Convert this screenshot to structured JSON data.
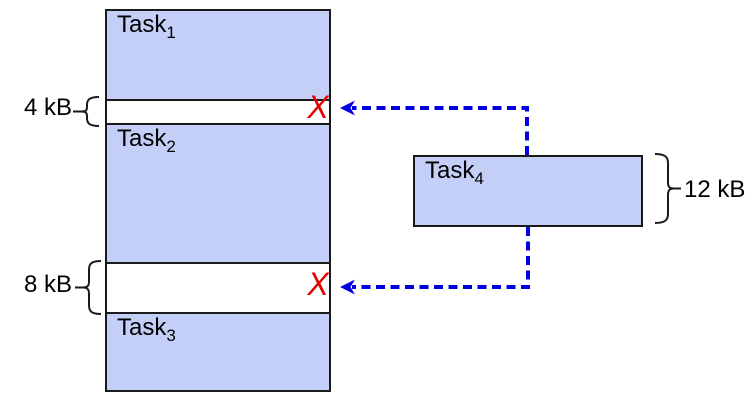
{
  "memory": {
    "segments": [
      {
        "type": "task",
        "name": "Task",
        "sub": "1"
      },
      {
        "type": "free",
        "size": "4 kB"
      },
      {
        "type": "task",
        "name": "Task",
        "sub": "2"
      },
      {
        "type": "free",
        "size": "8 kB"
      },
      {
        "type": "task",
        "name": "Task",
        "sub": "3"
      }
    ]
  },
  "incoming_task": {
    "name": "Task",
    "sub": "4",
    "size": "12 kB"
  },
  "reject_mark": "X",
  "icons": {
    "reject": "red-x-mark",
    "arrow_to_holes": "blue-dashed-left-arrow"
  },
  "colors": {
    "task_fill": "#c4cff8",
    "free_fill": "#ffffff",
    "outline": "#1a1a1a",
    "arrow": "#0000e0",
    "reject": "#e60000"
  }
}
